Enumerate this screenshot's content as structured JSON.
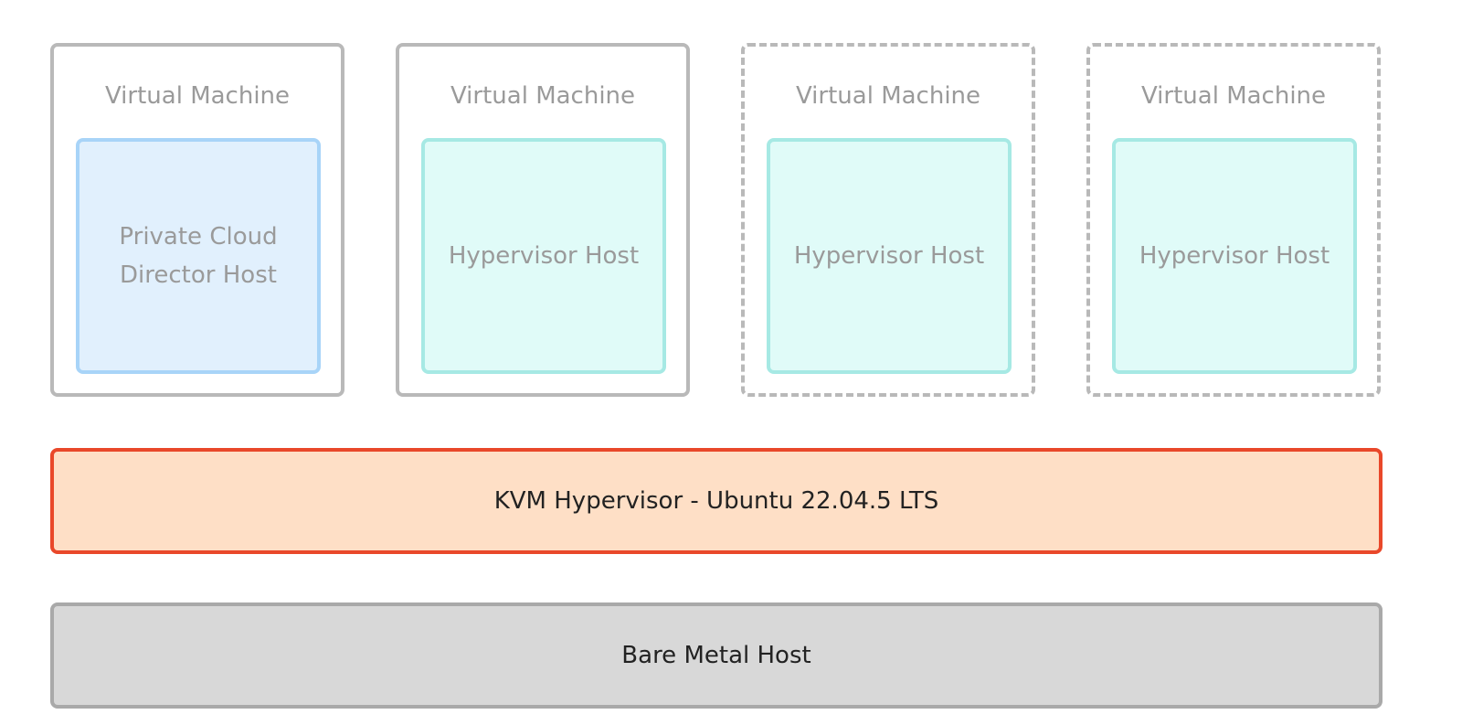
{
  "virtual_machines": [
    {
      "title": "Virtual Machine",
      "inner_label": "Private Cloud Director Host",
      "border": "solid",
      "inner_type": "director"
    },
    {
      "title": "Virtual Machine",
      "inner_label": "Hypervisor Host",
      "border": "solid",
      "inner_type": "hypervisor"
    },
    {
      "title": "Virtual Machine",
      "inner_label": "Hypervisor Host",
      "border": "dashed",
      "inner_type": "hypervisor"
    },
    {
      "title": "Virtual Machine",
      "inner_label": "Hypervisor Host",
      "border": "dashed",
      "inner_type": "hypervisor"
    }
  ],
  "kvm_layer": {
    "label": "KVM Hypervisor - Ubuntu 22.04.5 LTS"
  },
  "bare_metal_layer": {
    "label": "Bare Metal Host"
  },
  "colors": {
    "vm_border": "#b9b9b9",
    "director_fill": "#e1f0fd",
    "director_border": "#a8d4f8",
    "hypervisor_fill": "#e0fbf8",
    "hypervisor_border": "#a6e9e4",
    "kvm_fill": "#fedfc6",
    "kvm_border": "#e9482a",
    "bare_metal_fill": "#d8d8d8",
    "bare_metal_border": "#a9a9a9"
  }
}
